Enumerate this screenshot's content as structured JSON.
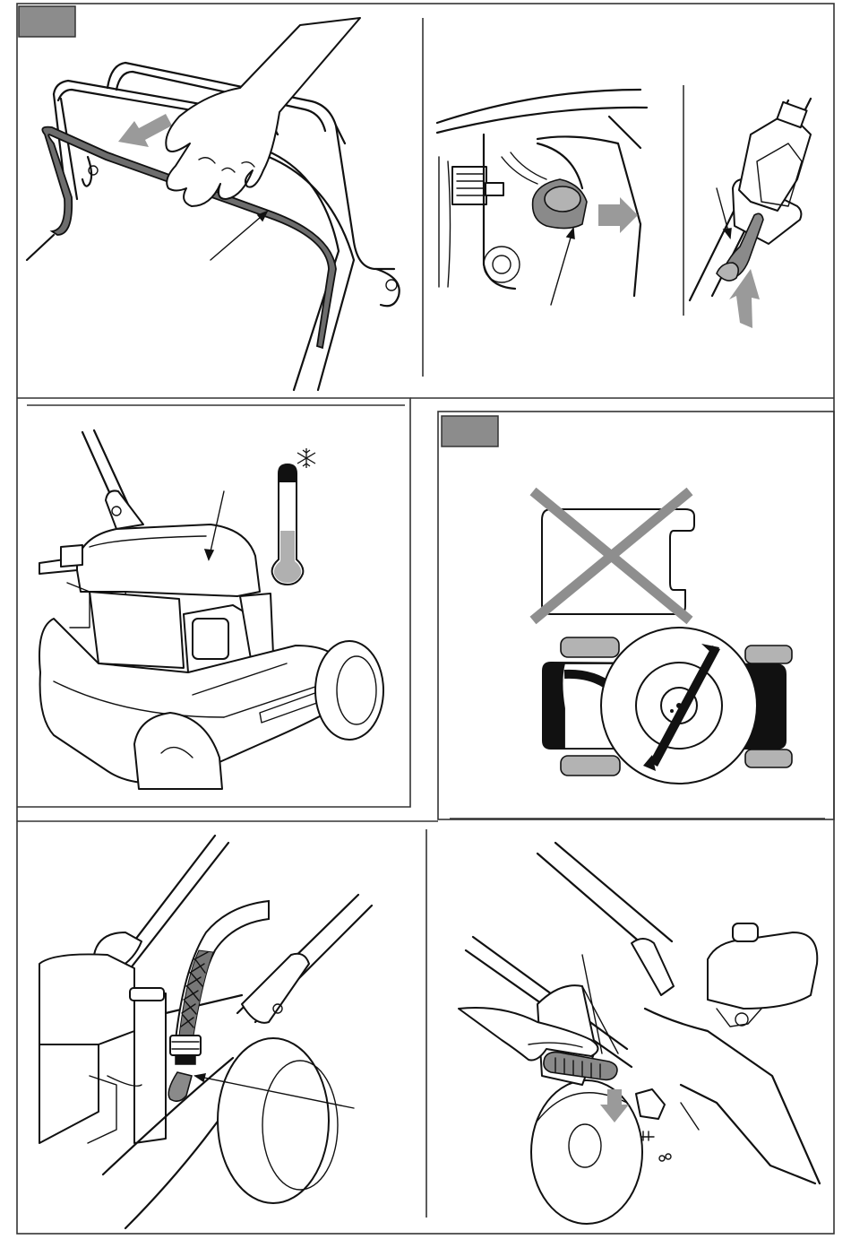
{
  "page": {
    "figures": [
      {
        "name": "handle-bar-release",
        "has_tag": true
      },
      {
        "name": "spark-plug-cap"
      },
      {
        "name": "choke-primer"
      },
      {
        "name": "engine-cold-start",
        "icon": "thermometer-icon",
        "symbol": "snowflake-icon"
      },
      {
        "name": "wrong-blade-position",
        "has_tag": true,
        "icon": "cross-icon"
      },
      {
        "name": "washing-connector"
      },
      {
        "name": "grass-bag-lever"
      }
    ],
    "colors": {
      "tag": "#8c8c8c",
      "highlight": "#8a8a8a",
      "arrow": "#9a9a9a",
      "line": "#111111"
    }
  }
}
